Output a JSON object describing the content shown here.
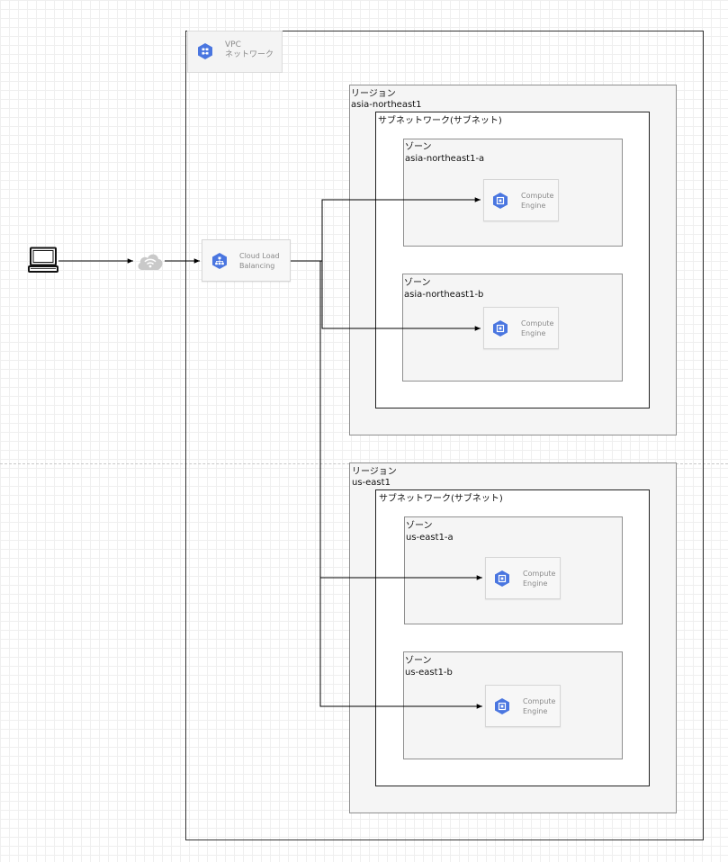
{
  "vpc": {
    "title": "VPC",
    "subtitle": "ネットワーク"
  },
  "load_balancer": {
    "line1": "Cloud Load",
    "line2": "Balancing"
  },
  "regions": [
    {
      "label": "リージョン",
      "name": "asia-northeast1",
      "subnet": "サブネットワーク(サブネット)",
      "zones": [
        {
          "label": "ゾーン",
          "name": "asia-northeast1-a",
          "service_line1": "Compute",
          "service_line2": "Engine"
        },
        {
          "label": "ゾーン",
          "name": "asia-northeast1-b",
          "service_line1": "Compute",
          "service_line2": "Engine"
        }
      ]
    },
    {
      "label": "リージョン",
      "name": "us-east1",
      "subnet": "サブネットワーク(サブネット)",
      "zones": [
        {
          "label": "ゾーン",
          "name": "us-east1-a",
          "service_line1": "Compute",
          "service_line2": "Engine"
        },
        {
          "label": "ゾーン",
          "name": "us-east1-b",
          "service_line1": "Compute",
          "service_line2": "Engine"
        }
      ]
    }
  ],
  "icons": {
    "client": "laptop-icon",
    "internet": "cloud-wifi-icon",
    "vpc": "vpc-network-icon",
    "load_balancer": "cloud-load-balancing-icon",
    "compute": "compute-engine-icon"
  },
  "colors": {
    "gcp_blue": "#4a76e0",
    "cloud_grey": "#c9c9c9",
    "line": "#000000"
  }
}
